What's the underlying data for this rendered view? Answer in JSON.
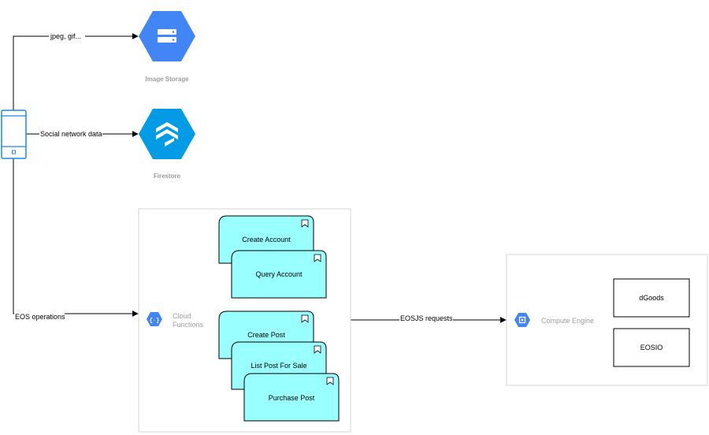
{
  "services": {
    "image_storage": {
      "label": "Image Storage"
    },
    "firestore": {
      "label": "Firestore"
    }
  },
  "groups": {
    "cloud_functions": {
      "title_line1": "Cloud",
      "title_line2": "Functions",
      "cards": [
        "Create Account",
        "Query Account",
        "Create Post",
        "List Post For Sale",
        "Purchase Post"
      ]
    },
    "compute_engine": {
      "title": "Compute Engine",
      "boxes": [
        "dGoods",
        "EOSIO"
      ]
    }
  },
  "edges": {
    "to_image_storage": "jpeg, gif...",
    "to_firestore": "Social network data",
    "to_cloud_functions": "EOS operations",
    "to_compute_engine": "EOSJS requests"
  },
  "colors": {
    "gcp_blue": "#4285f4",
    "firestore_teal": "#039be5",
    "card_fill": "#99ffff",
    "phone_stroke": "#1e88e5",
    "service_label": "#9e9e9e"
  },
  "icons": {
    "client": "mobile-phone-icon",
    "image_storage": "cloud-storage-icon",
    "firestore": "firestore-icon",
    "cloud_functions": "cloud-functions-icon",
    "compute_engine": "compute-engine-icon"
  }
}
